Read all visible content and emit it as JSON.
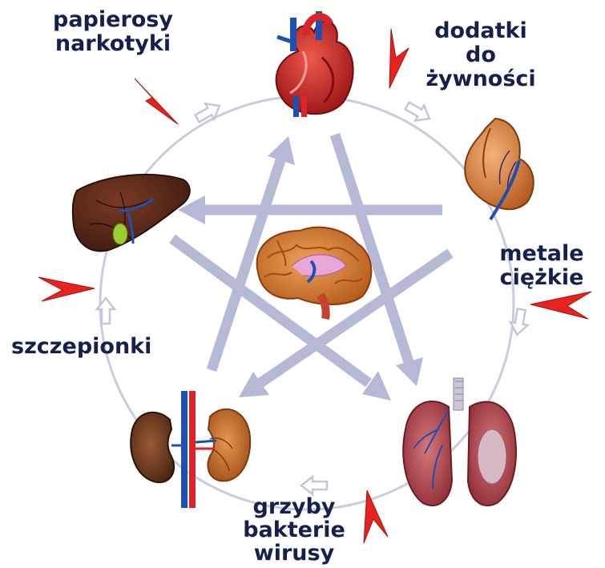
{
  "labels": {
    "top_left": [
      "papierosy",
      "narkotyki"
    ],
    "top_right": [
      "dodatki",
      "do",
      "żywności"
    ],
    "right": [
      "metale",
      "ciężkie"
    ],
    "left": [
      "szczepionki"
    ],
    "bottom": [
      "grzyby",
      "bakterie",
      "wirusy"
    ]
  },
  "organs": [
    "heart-icon",
    "stomach-icon",
    "lungs-icon",
    "kidneys-icon",
    "liver-icon",
    "brain-icon"
  ],
  "colors": {
    "text": "#16204f",
    "circle": "#c9cbe0",
    "star_arrow": "#b6b9d6",
    "pointer": "#e8231f",
    "vein": "#1e4fb3",
    "artery": "#d8262a"
  }
}
